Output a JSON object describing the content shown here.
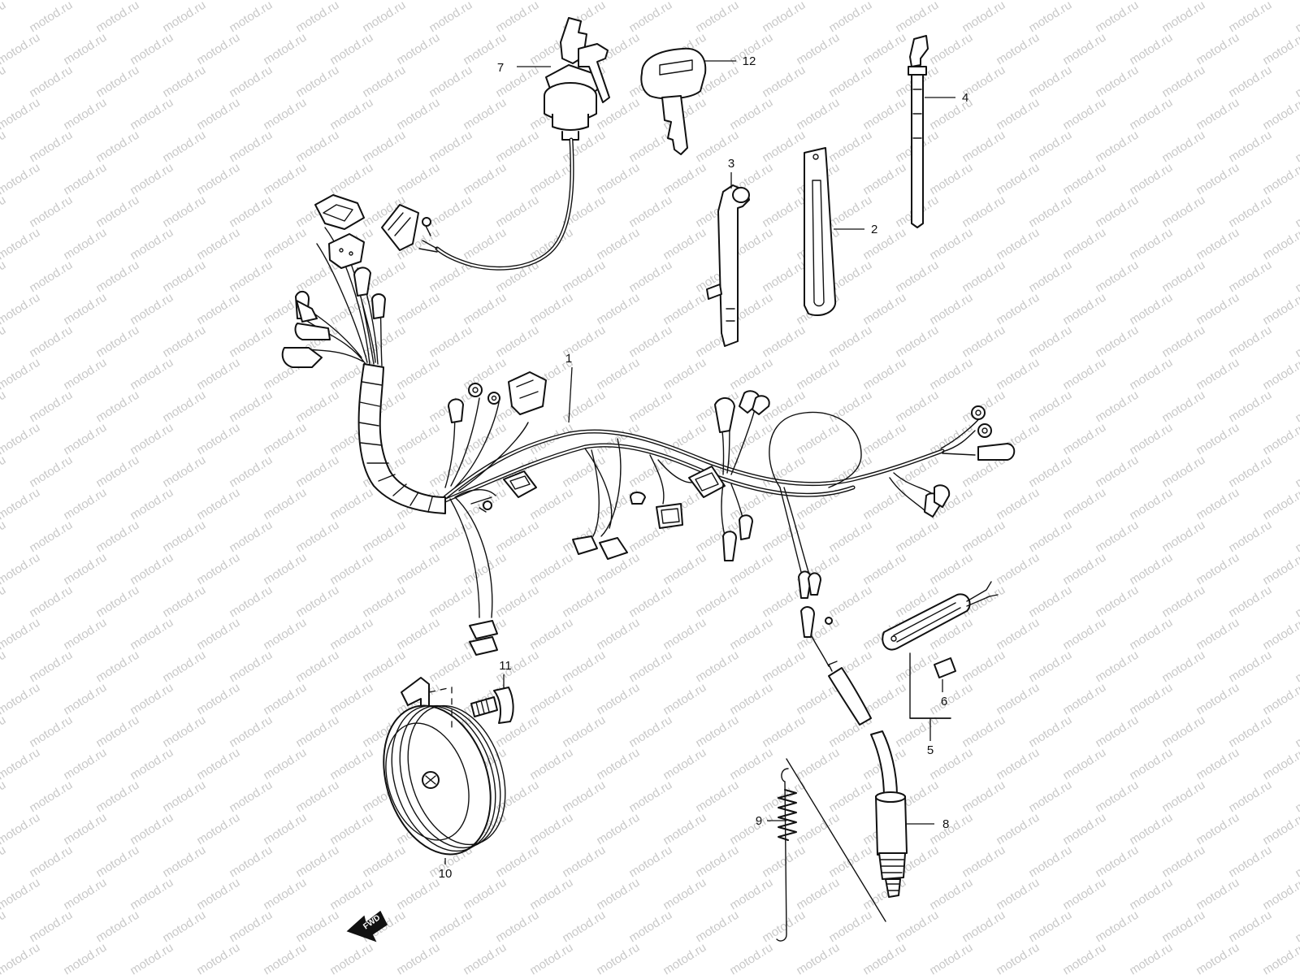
{
  "watermark": {
    "text": "motod.ru",
    "color": "#c8c8c8"
  },
  "colors": {
    "line": "#111111",
    "background": "#ffffff"
  },
  "direction_badge": {
    "label": "FWD",
    "icon": "forward-arrow-icon"
  },
  "callouts": [
    {
      "id": "callout-1",
      "number": "1",
      "part": "wiring-harness"
    },
    {
      "id": "callout-2",
      "number": "2",
      "part": "strap-clamp"
    },
    {
      "id": "callout-3",
      "number": "3",
      "part": "wire-clamp"
    },
    {
      "id": "callout-4",
      "number": "4",
      "part": "cable-tie"
    },
    {
      "id": "callout-5",
      "number": "5",
      "part": "license-plate-lamp-assembly"
    },
    {
      "id": "callout-6",
      "number": "6",
      "part": "lamp-bulb"
    },
    {
      "id": "callout-7",
      "number": "7",
      "part": "ignition-switch"
    },
    {
      "id": "callout-8",
      "number": "8",
      "part": "rear-brake-light-switch"
    },
    {
      "id": "callout-9",
      "number": "9",
      "part": "return-spring"
    },
    {
      "id": "callout-10",
      "number": "10",
      "part": "horn"
    },
    {
      "id": "callout-11",
      "number": "11",
      "part": "bolt"
    },
    {
      "id": "callout-12",
      "number": "12",
      "part": "ignition-key"
    }
  ]
}
